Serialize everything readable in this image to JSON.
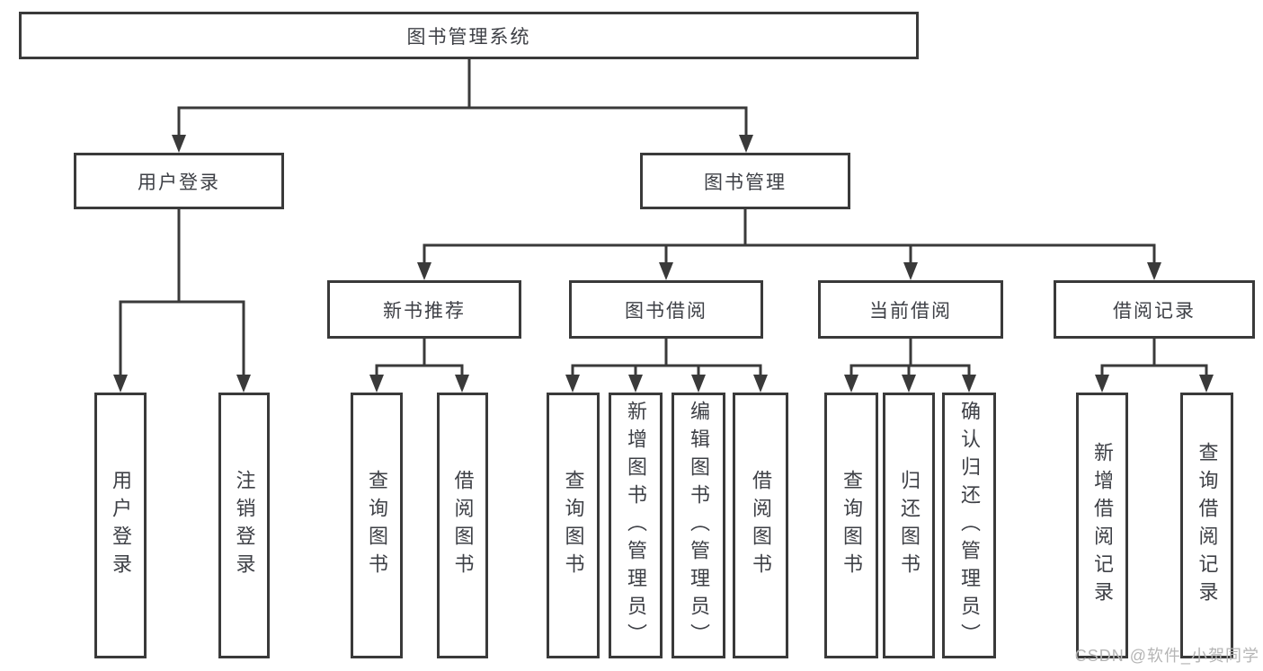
{
  "diagram": {
    "title": "图书管理系统",
    "root": {
      "label": "图书管理系统"
    },
    "level2": [
      {
        "label": "用户登录"
      },
      {
        "label": "图书管理"
      }
    ],
    "level3": [
      {
        "label": "新书推荐"
      },
      {
        "label": "图书借阅"
      },
      {
        "label": "当前借阅"
      },
      {
        "label": "借阅记录"
      }
    ],
    "leaves": [
      {
        "label": "用户登录",
        "parent": "用户登录"
      },
      {
        "label": "注销登录",
        "parent": "用户登录"
      },
      {
        "label": "查询图书",
        "parent": "新书推荐"
      },
      {
        "label": "借阅图书",
        "parent": "新书推荐"
      },
      {
        "label": "查询图书",
        "parent": "图书借阅"
      },
      {
        "label": "新增图书（管理员）",
        "parent": "图书借阅"
      },
      {
        "label": "编辑图书（管理员）",
        "parent": "图书借阅"
      },
      {
        "label": "借阅图书",
        "parent": "图书借阅"
      },
      {
        "label": "查询图书",
        "parent": "当前借阅"
      },
      {
        "label": "归还图书",
        "parent": "当前借阅"
      },
      {
        "label": "确认归还（管理员）",
        "parent": "当前借阅"
      },
      {
        "label": "新增借阅记录",
        "parent": "借阅记录"
      },
      {
        "label": "查询借阅记录",
        "parent": "借阅记录"
      }
    ],
    "watermark": "CSDN @软件_小贺同学",
    "colors": {
      "line": "#3a3a3a",
      "box_border": "#3a3a3a",
      "box_background": "#ffffff",
      "text": "#3e4046",
      "watermark": "#b5b5b5"
    }
  }
}
